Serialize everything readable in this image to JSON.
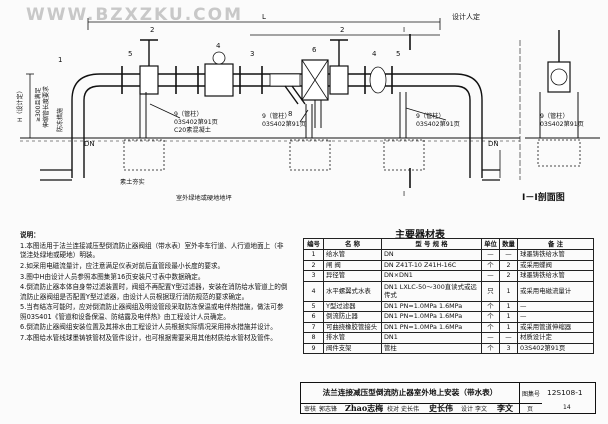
{
  "watermark": "WWW.BZXZKU.COM",
  "drawing": {
    "L": "L",
    "design_text": "设计人定",
    "section_marks": [
      "I",
      "I"
    ],
    "h_label": "H（设计定）",
    "l300": "≥300且满足",
    "l_frost": "伸缩管长度要求",
    "anti_freeze": "防冻措施",
    "dn": "DN",
    "dn_section": "DN",
    "label_9": "9（管柱）",
    "label_03s": "03S402第91页",
    "label_c20": "C20素混凝土",
    "label_9b": "9（管柱）",
    "label_03sb": "03S402第91页",
    "label_9c": "9（管柱）",
    "label_03sc": "03S402第91页",
    "label_9d": "9（管柱）",
    "label_03sd": "03S402第91页",
    "label_soil": "素土夯实",
    "label_ground": "室外绿地或硬地地坪",
    "section_title": "I－I剖面图",
    "part_numbers": [
      "1",
      "5",
      "2",
      "4",
      "3",
      "2",
      "6",
      "4",
      "5",
      "8"
    ]
  },
  "notes": {
    "title": "说明：",
    "items": [
      "1.本图适用于法兰连接减压型倒流防止器阀组（带水表）室外非车行道、人行道地面上（非饶洼处绿地或硬地）明装。",
      "2.如采用电磁流量计，应注意满足仪表对前后直管段最小长度的要求。",
      "3.图中H由设计人员参照本图集第16页安装尺寸表中数据确定。",
      "4.倒流防止器本体自身带过滤装置时，阀组不再配置Y型过滤器，安装在消防给水管道上的倒流防止器阀组是否配置Y型过滤器，由设计人员根据现行消防规范的要求确定。",
      "5.当有结冻可能时，应对倒流防止器阀组及明设管段采取防冻保温或电伴热措施，做法可参照03S401《管道和设备保温、防结露及电伴热》由工程设计人员确定。",
      "6.倒流防止器阀组安装位置及其排水由工程设计人员根据实际情况采用排水措施并设计。",
      "7.本图给水管线球墨铸铁管材及管件设计，也可根据需要采用其他材质给水管材及管件。"
    ]
  },
  "materials": {
    "title": "主要器材表",
    "headers": [
      "编号",
      "名 称",
      "型 号 规 格",
      "单位",
      "数量",
      "备 注"
    ],
    "rows": [
      [
        "1",
        "给水管",
        "DN",
        "—",
        "—",
        "球墨铸铁给水管"
      ],
      [
        "2",
        "闸 阀",
        "DN  Z41T-10  Z41H-16C",
        "个",
        "2",
        "或采用蝶阀"
      ],
      [
        "3",
        "异径管",
        "DN×DN1",
        "—",
        "2",
        "球墨铸铁给水管"
      ],
      [
        "4",
        "水平螺翼式水表",
        "DN1 LXLC-50～300直读式或远传式",
        "只",
        "1",
        "或采用电磁流量计"
      ],
      [
        "5",
        "Y型过滤器",
        "DN1  PN=1.0MPa  1.6MPa",
        "个",
        "1",
        "—"
      ],
      [
        "6",
        "倒流防止器",
        "DN1  PN=1.0MPa  1.6MPa",
        "个",
        "1",
        "—"
      ],
      [
        "7",
        "可曲挠橡胶管接头",
        "DN1  PN=1.0MPa  1.6MPa",
        "个",
        "1",
        "或采用管道伸缩器"
      ],
      [
        "8",
        "排水管",
        "DN1",
        "—",
        "—",
        "材质设计定"
      ],
      [
        "9",
        "阀件支架",
        "管柱",
        "个",
        "3",
        "03S402第91页"
      ]
    ]
  },
  "title_block": {
    "title": "法兰连接减压型倒流防止器室外地上安装（带水表）",
    "atlas_label": "图集号",
    "atlas_no": "12S108-1",
    "page_label": "页",
    "page_no": "14",
    "review_label": "审核",
    "reviewer": "郭志锋",
    "review_sig": "Zhao志梅",
    "check_label": "校对",
    "checker": "史长伟",
    "check_sig": "史长伟",
    "design_label": "设计",
    "designer": "李文",
    "design_sig": "李文"
  }
}
